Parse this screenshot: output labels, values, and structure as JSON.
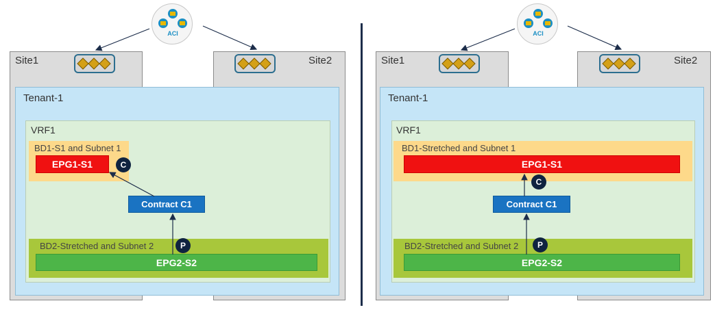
{
  "left": {
    "site1": "Site1",
    "site2": "Site2",
    "tenant": "Tenant-1",
    "vrf": "VRF1",
    "bd1": "BD1-S1 and Subnet 1",
    "epg1": "EPG1-S1",
    "contract": "Contract C1",
    "bd2": "BD2-Stretched and Subnet 2",
    "epg2": "EPG2-S2",
    "consumer_badge": "C",
    "provider_badge": "P",
    "controller_text": "ACI"
  },
  "right": {
    "site1": "Site1",
    "site2": "Site2",
    "tenant": "Tenant-1",
    "vrf": "VRF1",
    "bd1": "BD1-Stretched and Subnet 1",
    "epg1": "EPG1-S1",
    "contract": "Contract C1",
    "bd2": "BD2-Stretched and Subnet 2",
    "epg2": "EPG2-S2",
    "consumer_badge": "C",
    "provider_badge": "P",
    "controller_text": "ACI"
  },
  "colors": {
    "site": "#dcdcdc",
    "tenant": "#c5e5f7",
    "vrf": "#dcefd9",
    "bd1": "#fdd98a",
    "bd2": "#a8c73b",
    "epg1": "#f01111",
    "epg2": "#4db548",
    "contract": "#1a73c2",
    "badge": "#0f2340",
    "divider": "#1c2d4a"
  }
}
